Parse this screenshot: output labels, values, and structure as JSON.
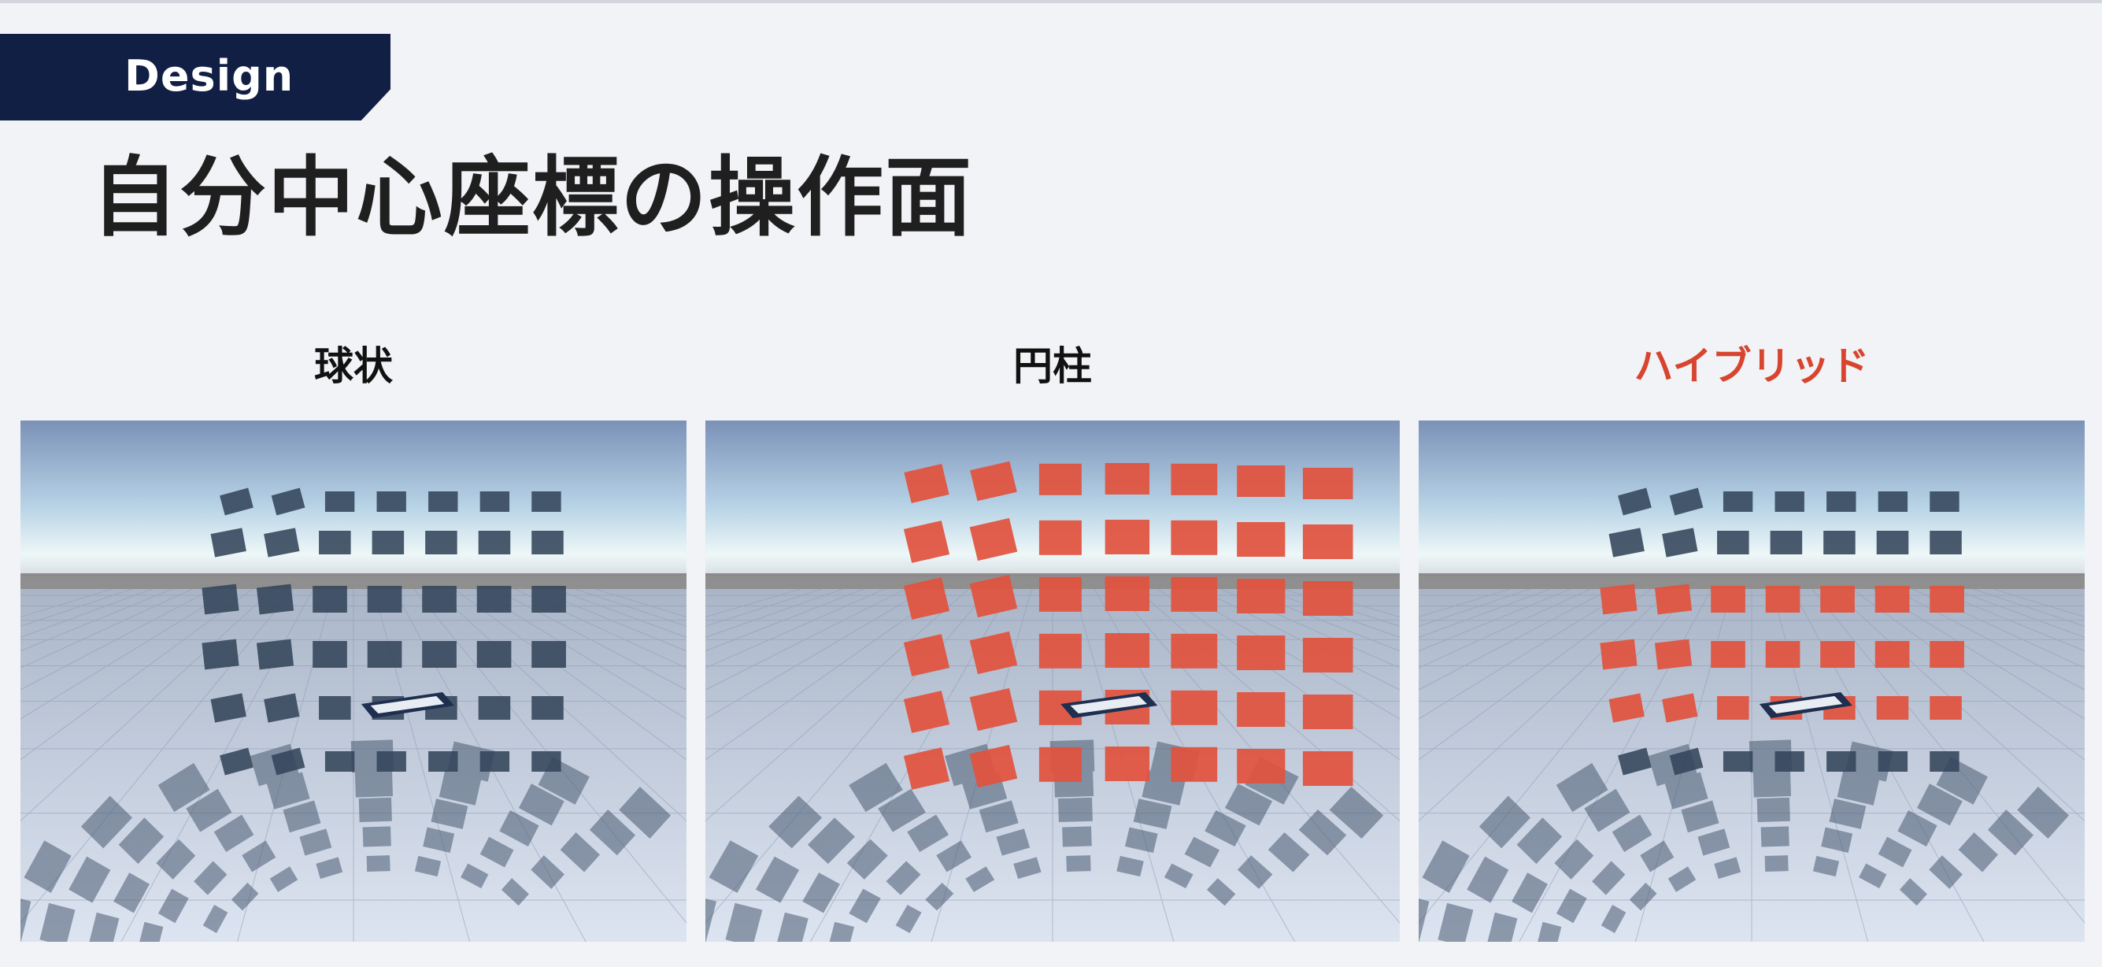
{
  "header": {
    "tag": "Design",
    "title": "自分中心座標の操作面"
  },
  "panels": [
    {
      "caption": "球状",
      "caption_color": "#111111",
      "image": "spherical-layout-scene",
      "active_rows": []
    },
    {
      "caption": "円柱",
      "caption_color": "#111111",
      "image": "cylindrical-layout-scene",
      "active_rows": [
        0,
        1,
        2,
        3,
        4,
        5
      ]
    },
    {
      "caption": "ハイブリッド",
      "caption_color": "#d7452f",
      "image": "hybrid-layout-scene",
      "active_rows": [
        2,
        3,
        4
      ]
    }
  ],
  "colors": {
    "tag_bg": "#121f45",
    "accent": "#d7452f",
    "tile_dark": "#33445a",
    "tile_red": "#e2513d",
    "background": "#f2f3f6"
  }
}
